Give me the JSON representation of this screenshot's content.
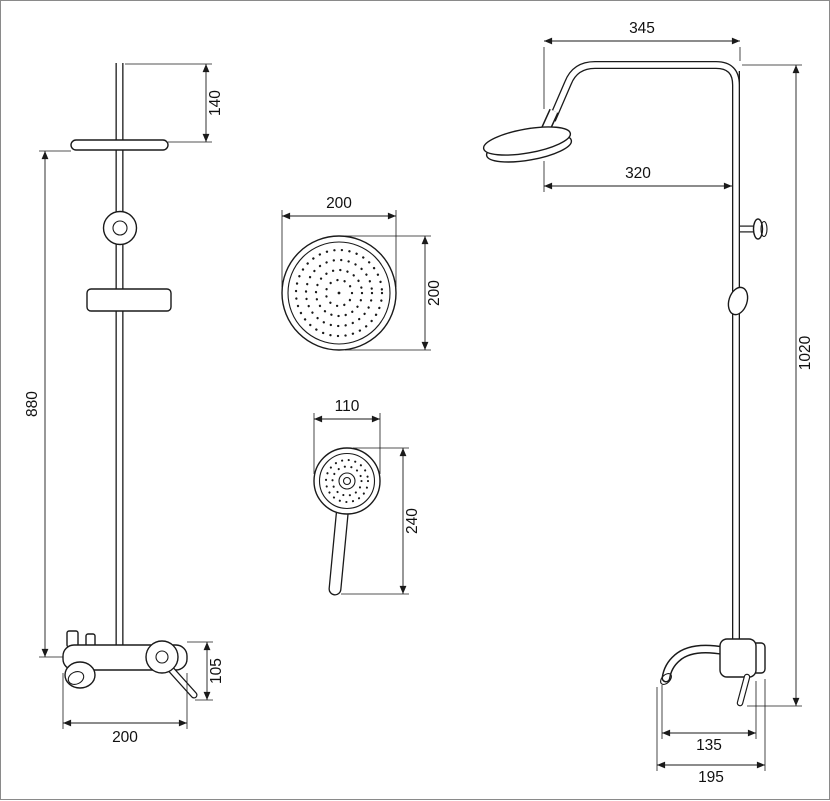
{
  "colors": {
    "background": "#ffffff",
    "line": "#1a1a1a"
  },
  "views": {
    "front": {
      "dims": {
        "top_offset": "140",
        "column_height": "880",
        "mixer_height": "105",
        "mixer_width": "200"
      }
    },
    "rain_head": {
      "dims": {
        "width": "200",
        "height": "200"
      }
    },
    "hand_shower": {
      "dims": {
        "width": "110",
        "length": "240"
      }
    },
    "side": {
      "dims": {
        "arm_reach": "345",
        "head_offset": "320",
        "total_height": "1020",
        "spout_reach": "135",
        "base_depth": "195"
      }
    }
  }
}
